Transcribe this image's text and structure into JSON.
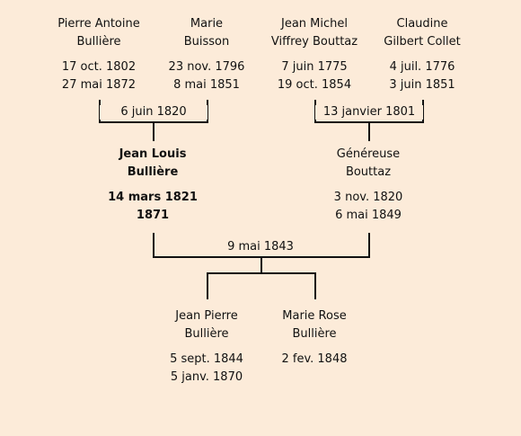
{
  "grandparents": [
    {
      "name1": "Pierre Antoine",
      "name2": "Bullière",
      "birth": "17 oct. 1802",
      "death": "27 mai 1872"
    },
    {
      "name1": "Marie",
      "name2": "Buisson",
      "birth": "23 nov. 1796",
      "death": "8 mai 1851"
    },
    {
      "name1": "Jean Michel",
      "name2": "Viffrey Bouttaz",
      "birth": "7 juin 1775",
      "death": "19 oct. 1854"
    },
    {
      "name1": "Claudine",
      "name2": "Gilbert Collet",
      "birth": "4 juil. 1776",
      "death": "3 juin 1851"
    }
  ],
  "marriages": {
    "left": "6 juin 1820",
    "right": "13 janvier 1801",
    "parents": "9 mai 1843"
  },
  "parents": [
    {
      "name1": "Jean Louis",
      "name2": "Bullière",
      "birth": "14 mars 1821",
      "death": "1871"
    },
    {
      "name1": "Généreuse",
      "name2": "Bouttaz",
      "birth": "3 nov. 1820",
      "death": "6 mai 1849"
    }
  ],
  "children": [
    {
      "name1": "Jean Pierre",
      "name2": "Bullière",
      "birth": "5 sept. 1844",
      "death": "5 janv. 1870"
    },
    {
      "name1": "Marie Rose",
      "name2": "Bullière",
      "birth": "2 fev. 1848",
      "death": ""
    }
  ]
}
